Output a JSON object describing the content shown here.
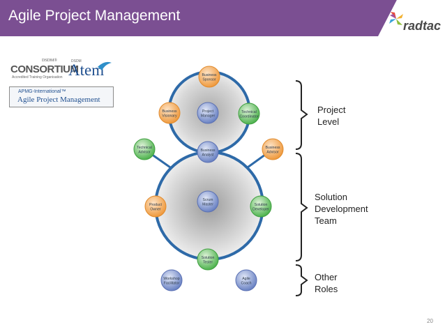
{
  "header": {
    "title": "Agile Project Management"
  },
  "logo": {
    "text": "radtac"
  },
  "partners": {
    "dsdm_mark": "DSDM®",
    "consortium": "CONSORTIUM",
    "consortium_sub": "Accredited Training Organisation",
    "atem_small": "DSDM",
    "atem": "Atem",
    "apmg_top": "APMG-International™",
    "apmg_main": "Agile Project Management"
  },
  "diagram": {
    "nodes": [
      {
        "id": "business-sponsor",
        "line1": "Business",
        "line2": "Sponsor",
        "color": "orange"
      },
      {
        "id": "business-visionary",
        "line1": "Business",
        "line2": "Visionary",
        "color": "orange"
      },
      {
        "id": "project-manager",
        "line1": "Project",
        "line2": "Manager",
        "color": "blue"
      },
      {
        "id": "technical-coordinator",
        "line1": "Technical",
        "line2": "Coordinator",
        "color": "green"
      },
      {
        "id": "technical-advisor",
        "line1": "Technical",
        "line2": "Advisor",
        "color": "green"
      },
      {
        "id": "business-analyst",
        "line1": "Business",
        "line2": "Analyst",
        "color": "blue"
      },
      {
        "id": "business-advisor",
        "line1": "Business",
        "line2": "Advisor",
        "color": "orange"
      },
      {
        "id": "product-owner",
        "line1": "Product",
        "line2": "Owner",
        "color": "orange"
      },
      {
        "id": "scrum-master",
        "line1": "Scrum",
        "line2": "Master",
        "color": "blue"
      },
      {
        "id": "solution-developer",
        "line1": "Solution",
        "line2": "Developer",
        "color": "green"
      },
      {
        "id": "solution-tester",
        "line1": "Solution",
        "line2": "Tester",
        "color": "green"
      },
      {
        "id": "workshop-facilitator",
        "line1": "Workshop",
        "line2": "Facilitator",
        "color": "blue"
      },
      {
        "id": "agile-coach",
        "line1": "Agile",
        "line2": "Coach",
        "color": "blue"
      }
    ],
    "groups": [
      {
        "id": "project-level",
        "line1": "Project",
        "line2": "Level",
        "line3": ""
      },
      {
        "id": "solution-development-team",
        "line1": "Solution",
        "line2": "Development",
        "line3": "Team"
      },
      {
        "id": "other-roles",
        "line1": "Other",
        "line2": "Roles",
        "line3": ""
      }
    ]
  },
  "page_number": "20",
  "colors": {
    "header": "#7b4f92",
    "orange": "#f0a04b",
    "green": "#5cb85c",
    "blue": "#6f86c6",
    "ring": "#2e6aa8"
  }
}
